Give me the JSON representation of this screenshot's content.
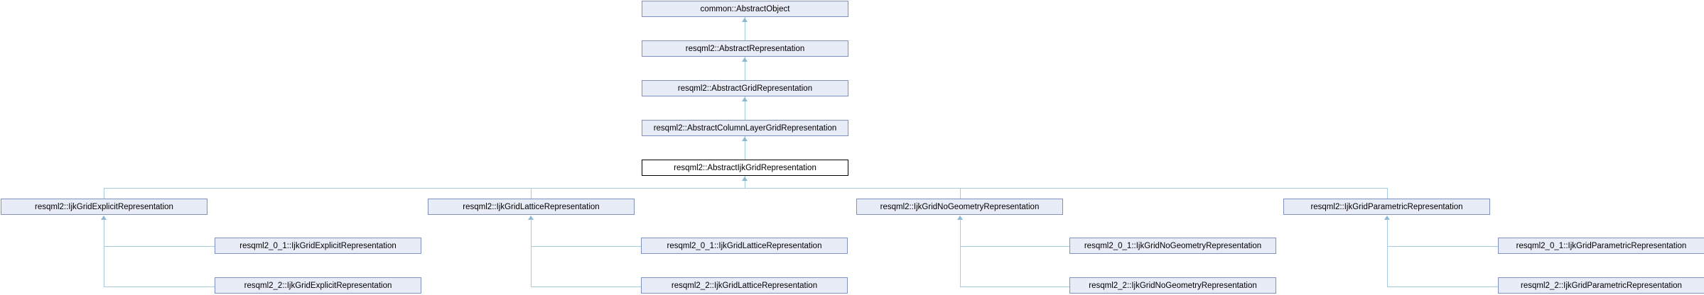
{
  "diagram": {
    "kind": "class-inheritance-graph",
    "current_class": "resqml2::AbstractIjkGridRepresentation",
    "colors": {
      "background": "#ffffff",
      "node_fill": "#e8ecf7",
      "node_border": "#8191bf",
      "current_fill": "#ffffff",
      "current_border": "#000000",
      "edge": "#a6cce2",
      "edge_arrow": "#8cb8d2"
    },
    "nodes": {
      "common_abstract_object": "common::AbstractObject",
      "abstract_representation": "resqml2::AbstractRepresentation",
      "abstract_grid_representation": "resqml2::AbstractGridRepresentation",
      "abstract_column_layer_grid_representation": "resqml2::AbstractColumnLayerGridRepresentation",
      "abstract_ijk_grid_representation": "resqml2::AbstractIjkGridRepresentation",
      "ijk_grid_explicit": "resqml2::IjkGridExplicitRepresentation",
      "ijk_grid_lattice": "resqml2::IjkGridLatticeRepresentation",
      "ijk_grid_no_geometry": "resqml2::IjkGridNoGeometryRepresentation",
      "ijk_grid_parametric": "resqml2::IjkGridParametricRepresentation",
      "v2_0_1_explicit": "resqml2_0_1::IjkGridExplicitRepresentation",
      "v2_2_explicit": "resqml2_2::IjkGridExplicitRepresentation",
      "v2_0_1_lattice": "resqml2_0_1::IjkGridLatticeRepresentation",
      "v2_2_lattice": "resqml2_2::IjkGridLatticeRepresentation",
      "v2_0_1_no_geometry": "resqml2_0_1::IjkGridNoGeometryRepresentation",
      "v2_2_no_geometry": "resqml2_2::IjkGridNoGeometryRepresentation",
      "v2_0_1_parametric": "resqml2_0_1::IjkGridParametricRepresentation",
      "v2_2_parametric": "resqml2_2::IjkGridParametricRepresentation"
    },
    "inheritance_edges": [
      {
        "base": "common::AbstractObject",
        "derived": "resqml2::AbstractRepresentation"
      },
      {
        "base": "resqml2::AbstractRepresentation",
        "derived": "resqml2::AbstractGridRepresentation"
      },
      {
        "base": "resqml2::AbstractGridRepresentation",
        "derived": "resqml2::AbstractColumnLayerGridRepresentation"
      },
      {
        "base": "resqml2::AbstractColumnLayerGridRepresentation",
        "derived": "resqml2::AbstractIjkGridRepresentation"
      },
      {
        "base": "resqml2::AbstractIjkGridRepresentation",
        "derived": "resqml2::IjkGridExplicitRepresentation"
      },
      {
        "base": "resqml2::AbstractIjkGridRepresentation",
        "derived": "resqml2::IjkGridLatticeRepresentation"
      },
      {
        "base": "resqml2::AbstractIjkGridRepresentation",
        "derived": "resqml2::IjkGridNoGeometryRepresentation"
      },
      {
        "base": "resqml2::AbstractIjkGridRepresentation",
        "derived": "resqml2::IjkGridParametricRepresentation"
      },
      {
        "base": "resqml2::IjkGridExplicitRepresentation",
        "derived": "resqml2_0_1::IjkGridExplicitRepresentation"
      },
      {
        "base": "resqml2::IjkGridExplicitRepresentation",
        "derived": "resqml2_2::IjkGridExplicitRepresentation"
      },
      {
        "base": "resqml2::IjkGridLatticeRepresentation",
        "derived": "resqml2_0_1::IjkGridLatticeRepresentation"
      },
      {
        "base": "resqml2::IjkGridLatticeRepresentation",
        "derived": "resqml2_2::IjkGridLatticeRepresentation"
      },
      {
        "base": "resqml2::IjkGridNoGeometryRepresentation",
        "derived": "resqml2_0_1::IjkGridNoGeometryRepresentation"
      },
      {
        "base": "resqml2::IjkGridNoGeometryRepresentation",
        "derived": "resqml2_2::IjkGridNoGeometryRepresentation"
      },
      {
        "base": "resqml2::IjkGridParametricRepresentation",
        "derived": "resqml2_0_1::IjkGridParametricRepresentation"
      },
      {
        "base": "resqml2::IjkGridParametricRepresentation",
        "derived": "resqml2_2::IjkGridParametricRepresentation"
      }
    ]
  }
}
